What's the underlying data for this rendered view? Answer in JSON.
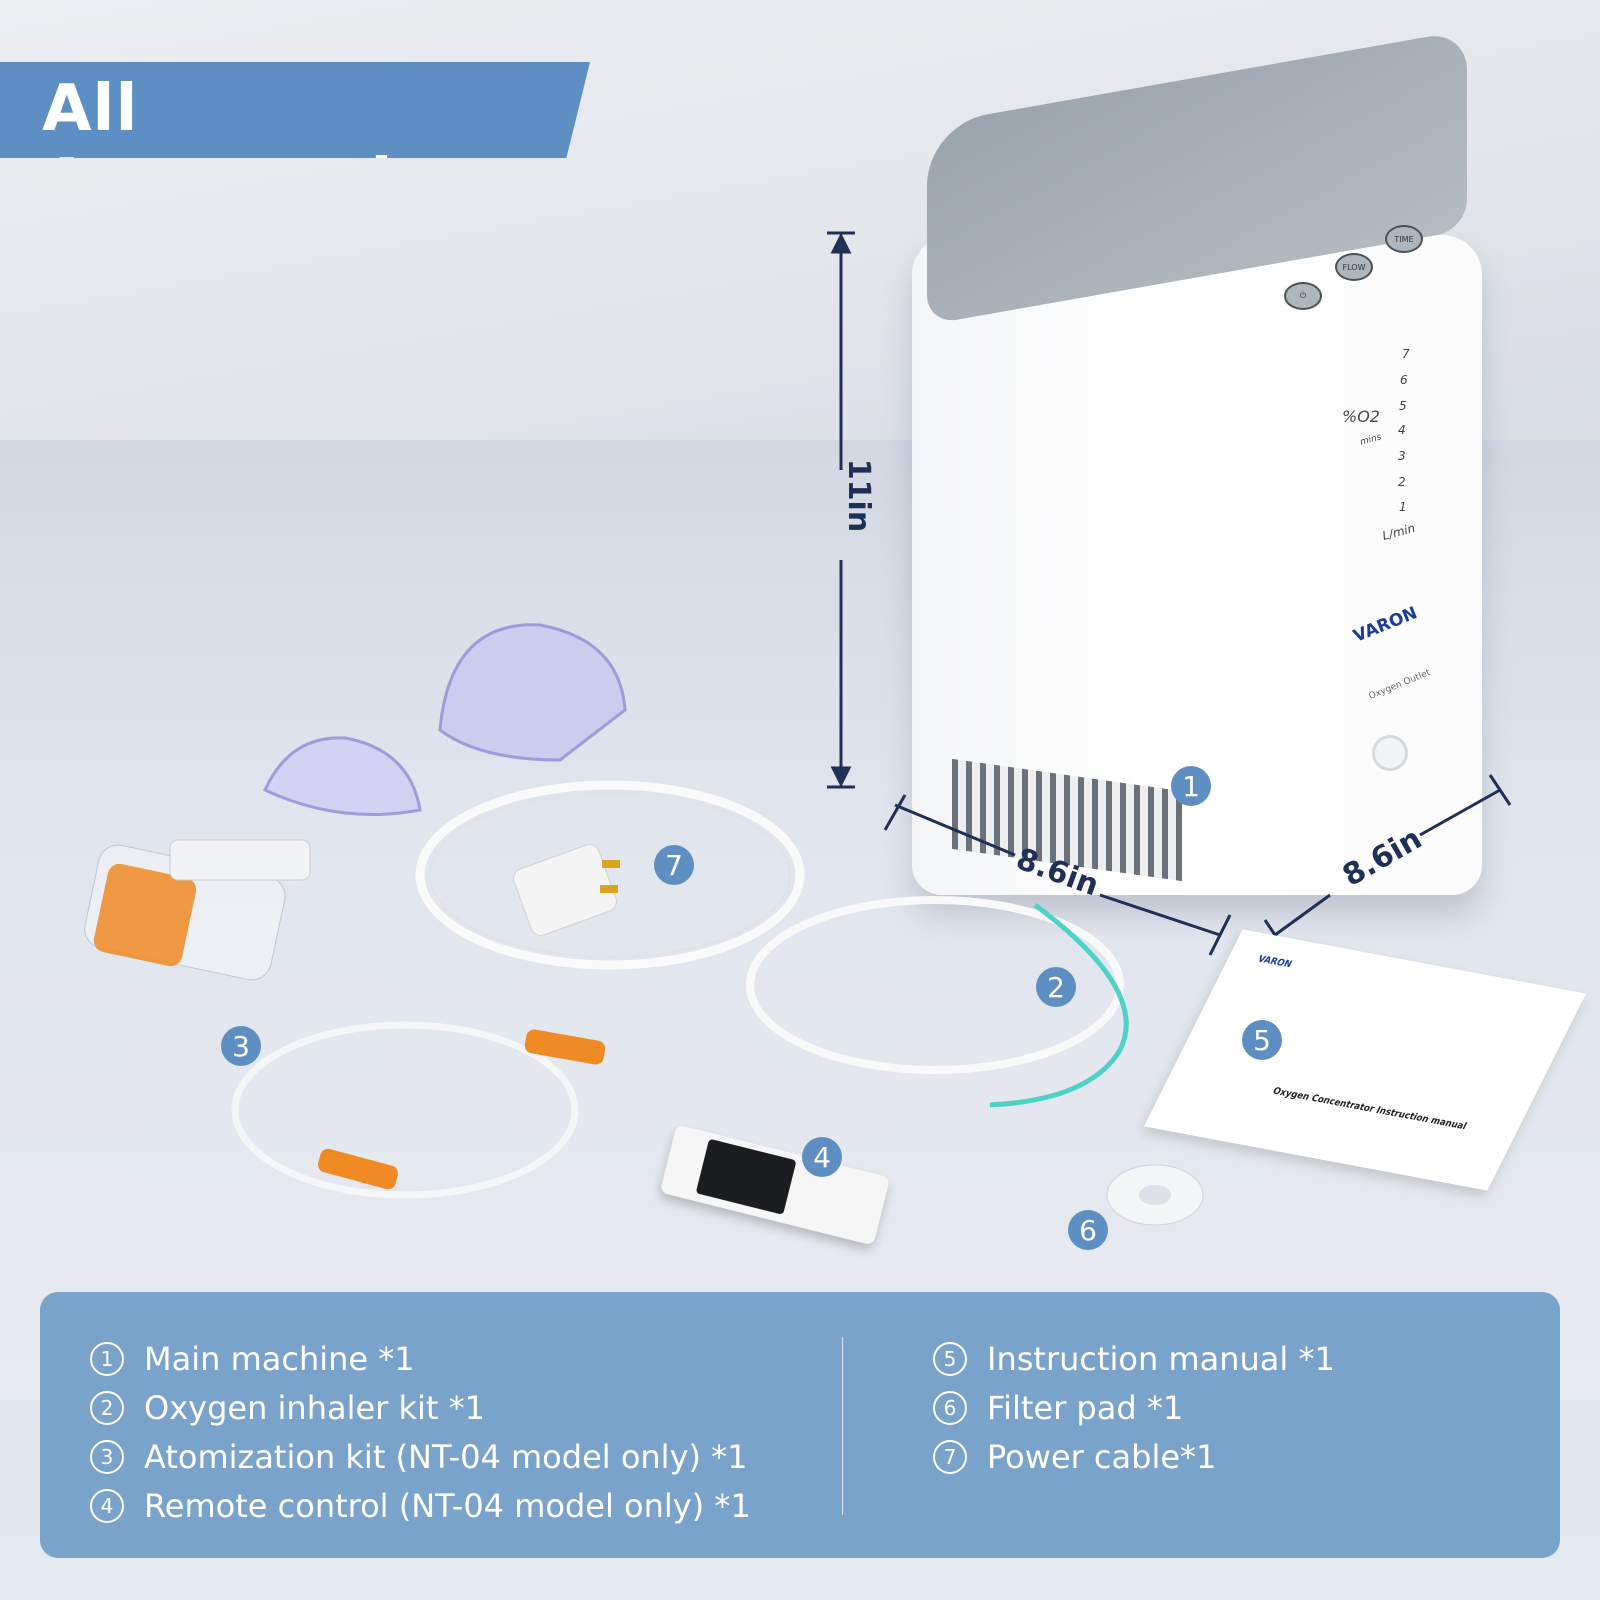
{
  "title": "All Accessories",
  "dimensions": {
    "height": "11in",
    "width": "8.6in",
    "depth": "8.6in"
  },
  "machine": {
    "brand": "VARON",
    "buttons": [
      "power-icon",
      "FLOW",
      "TIME"
    ],
    "scale_numbers": [
      "7",
      "6",
      "5",
      "4",
      "3",
      "2",
      "1"
    ],
    "scale_unit": "L/min",
    "o2_label": "%O2",
    "mins_label": "mins",
    "outlet_label": "Oxygen Outlet"
  },
  "manual": {
    "brand": "VARON",
    "title": "Oxygen Concentrator Instruction manual"
  },
  "badges": [
    "1",
    "2",
    "3",
    "4",
    "5",
    "6",
    "7"
  ],
  "list": {
    "left": [
      {
        "num": "1",
        "text": "Main machine *1"
      },
      {
        "num": "2",
        "text": "Oxygen inhaler kit *1"
      },
      {
        "num": "3",
        "text": "Atomization kit (NT-04 model only)  *1"
      },
      {
        "num": "4",
        "text": "Remote control (NT-04 model only)  *1"
      }
    ],
    "right": [
      {
        "num": "5",
        "text": "Instruction manual  *1"
      },
      {
        "num": "6",
        "text": "Filter pad *1"
      },
      {
        "num": "7",
        "text": "Power cable*1"
      }
    ]
  },
  "colors": {
    "accent": "#5e8fc2",
    "panel": "#7aa3cc",
    "dimension": "#1f2f55",
    "orange": "#f08a24",
    "teal": "#4fd1c5"
  }
}
